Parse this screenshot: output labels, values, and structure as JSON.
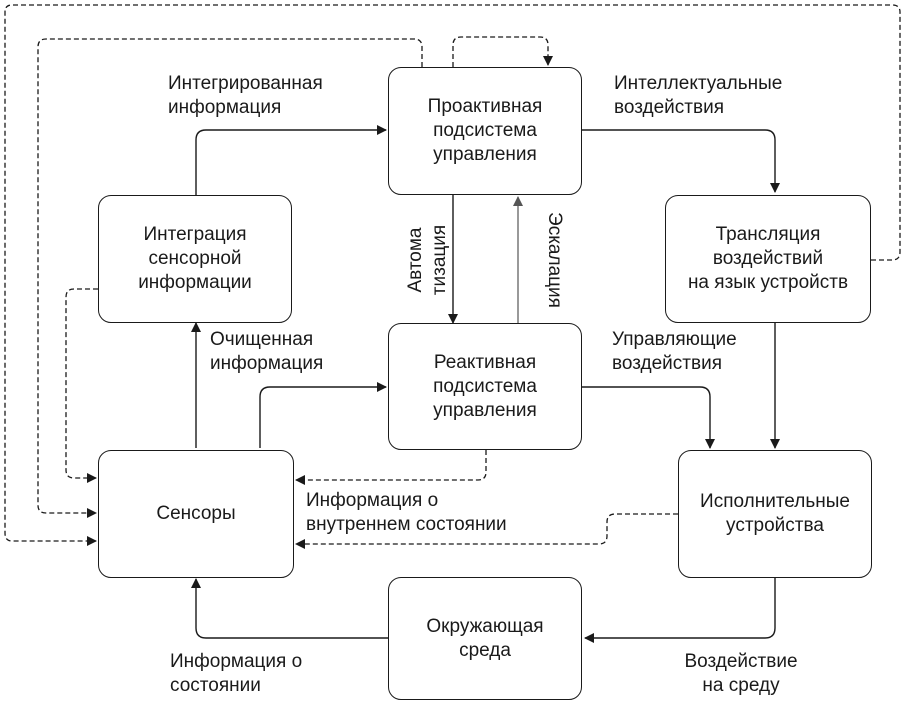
{
  "nodes": {
    "proactive": "Проактивная\nподсистема\nуправления",
    "integration": "Интеграция\nсенсорной\nинформации",
    "translation": "Трансляция\nвоздействий\nна язык устройств",
    "reactive": "Реактивная\nподсистема\nуправления",
    "sensors": "Сенсоры",
    "actuators": "Исполнительные\nустройства",
    "environment": "Окружающая\nсреда"
  },
  "edge_labels": {
    "integrated_info": "Интегрированная\nинформация",
    "intelligent_actions": "Интеллектуальные\nвоздействия",
    "automation": "Автома\nтизация",
    "escalation": "Эскалация",
    "cleaned_info": "Очищенная\nинформация",
    "control_actions": "Управляющие\nвоздействия",
    "internal_state_info": "Информация о\nвнутреннем состоянии",
    "state_info": "Информация о\nсостоянии",
    "env_action": "Воздействие\nна среду"
  },
  "colors": {
    "stroke": "#1a1a1a",
    "background": "#ffffff"
  }
}
